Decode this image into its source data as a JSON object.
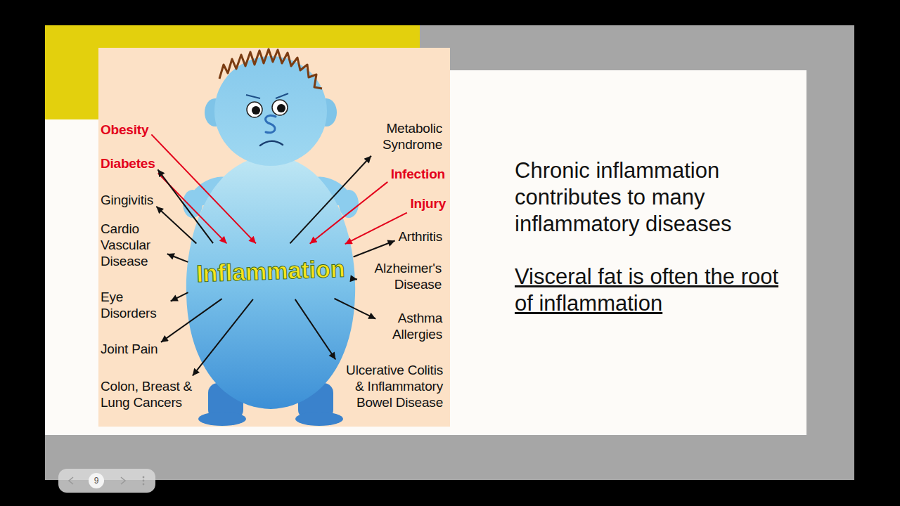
{
  "diagram": {
    "nodes": [
      {
        "text": [
          "Obesity"
        ]
      },
      {
        "text": [
          "Diabetes"
        ]
      },
      {
        "text": [
          "Gingivitis"
        ]
      },
      {
        "text": [
          "Cardio Vascular Disease"
        ]
      },
      {
        "text": [
          "Eye Disorders"
        ]
      },
      {
        "text": [
          "Joint Pain"
        ]
      },
      {
        "text": [
          "Colon, Breast & Lung Cancers"
        ]
      },
      {
        "text": [
          "Metabolic Syndrome"
        ]
      },
      {
        "text": [
          "Infection"
        ]
      },
      {
        "text": [
          "Injury"
        ]
      },
      {
        "text": [
          "Arthritis"
        ]
      },
      {
        "text": [
          "Alzheimer's Disease"
        ]
      },
      {
        "text": [
          "Asthma Allergies"
        ]
      },
      {
        "text": [
          "Ulcerative Colitis & Inflammatory Bowel Disease"
        ]
      },
      {
        "text": [
          "Inflammation"
        ]
      }
    ],
    "edges": [
      {
        "from": 0,
        "to": 14,
        "arrow": "to"
      },
      {
        "from": 1,
        "to": 14,
        "arrow": "to"
      },
      {
        "from": 14,
        "to": 1,
        "arrow": "to"
      },
      {
        "from": 14,
        "to": 2,
        "arrow": "to"
      },
      {
        "from": 14,
        "to": 3,
        "arrow": "to"
      },
      {
        "from": 14,
        "to": 4,
        "arrow": "to"
      },
      {
        "from": 14,
        "to": 5,
        "arrow": "to"
      },
      {
        "from": 14,
        "to": 6,
        "arrow": "to"
      },
      {
        "from": 14,
        "to": 7,
        "arrow": "to"
      },
      {
        "from": 8,
        "to": 14,
        "arrow": "to"
      },
      {
        "from": 9,
        "to": 14,
        "arrow": "to"
      },
      {
        "from": 14,
        "to": 10,
        "arrow": "to"
      },
      {
        "from": 14,
        "to": 11,
        "arrow": "to"
      },
      {
        "from": 14,
        "to": 12,
        "arrow": "to"
      },
      {
        "from": 14,
        "to": 13,
        "arrow": "to"
      }
    ],
    "labels": [
      "Chronic inflammation contributes to many inflammatory diseases",
      "Visceral fat is often the root of inflammation",
      "9"
    ]
  }
}
